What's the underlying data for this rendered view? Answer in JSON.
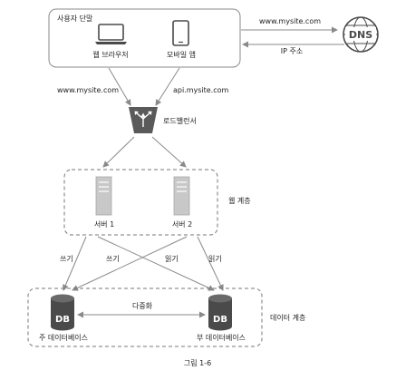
{
  "client": {
    "title": "사용자 단말",
    "web_browser": "웹 브라우저",
    "mobile_app": "모바일 앱"
  },
  "dns": {
    "label": "DNS",
    "query_domain": "www.mysite.com",
    "response": "IP 주소"
  },
  "requests": {
    "web_domain": "www.mysite.com",
    "api_domain": "api.mysite.com"
  },
  "load_balancer": {
    "label": "로드밸런서"
  },
  "web_tier": {
    "label": "웹 계층",
    "servers": [
      "서버 1",
      "서버 2"
    ]
  },
  "edges": {
    "write_labels": [
      "쓰기",
      "쓰기"
    ],
    "read_labels": [
      "읽기",
      "읽기"
    ]
  },
  "data_tier": {
    "label": "데이터 계층",
    "replication": "다중화",
    "primary_db": {
      "icon_text": "DB",
      "label": "주 데이터베이스"
    },
    "replica_db": {
      "icon_text": "DB",
      "label": "부 데이터베이스"
    }
  },
  "caption": "그림 1-6",
  "colors": {
    "line": "#8a8a8a",
    "icon_dark": "#4a4a4a",
    "server_fill": "#c8c8c8",
    "dashed_border": "#777777"
  }
}
